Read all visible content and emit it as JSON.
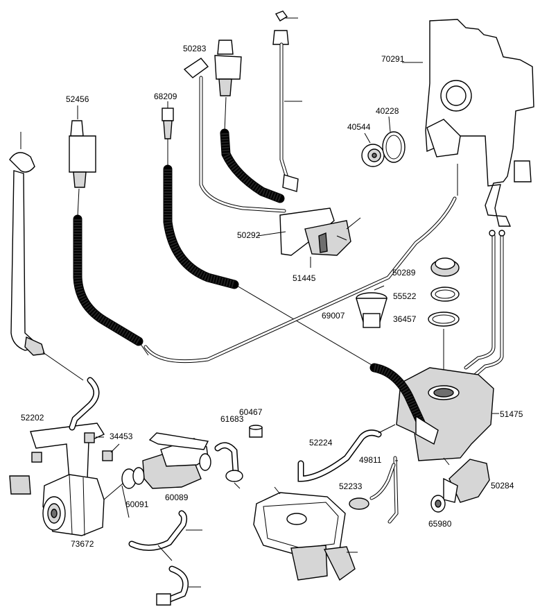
{
  "parts": [
    {
      "id": "52456",
      "label": "52456"
    },
    {
      "id": "50283",
      "label": "50283"
    },
    {
      "id": "68209",
      "label": "68209"
    },
    {
      "id": "70291",
      "label": "70291"
    },
    {
      "id": "40544",
      "label": "40544"
    },
    {
      "id": "40228",
      "label": "40228"
    },
    {
      "id": "50292",
      "label": "50292"
    },
    {
      "id": "51445",
      "label": "51445"
    },
    {
      "id": "50289",
      "label": "50289"
    },
    {
      "id": "55522",
      "label": "55522"
    },
    {
      "id": "69007",
      "label": "69007"
    },
    {
      "id": "36457",
      "label": "36457"
    },
    {
      "id": "51475",
      "label": "51475"
    },
    {
      "id": "52202",
      "label": "52202"
    },
    {
      "id": "34453",
      "label": "34453"
    },
    {
      "id": "61683",
      "label": "61683"
    },
    {
      "id": "60467",
      "label": "60467"
    },
    {
      "id": "52224",
      "label": "52224"
    },
    {
      "id": "49811",
      "label": "49811"
    },
    {
      "id": "52233",
      "label": "52233"
    },
    {
      "id": "50284",
      "label": "50284"
    },
    {
      "id": "65980",
      "label": "65980"
    },
    {
      "id": "60091",
      "label": "60091"
    },
    {
      "id": "60089",
      "label": "60089"
    },
    {
      "id": "73672",
      "label": "73672"
    }
  ]
}
